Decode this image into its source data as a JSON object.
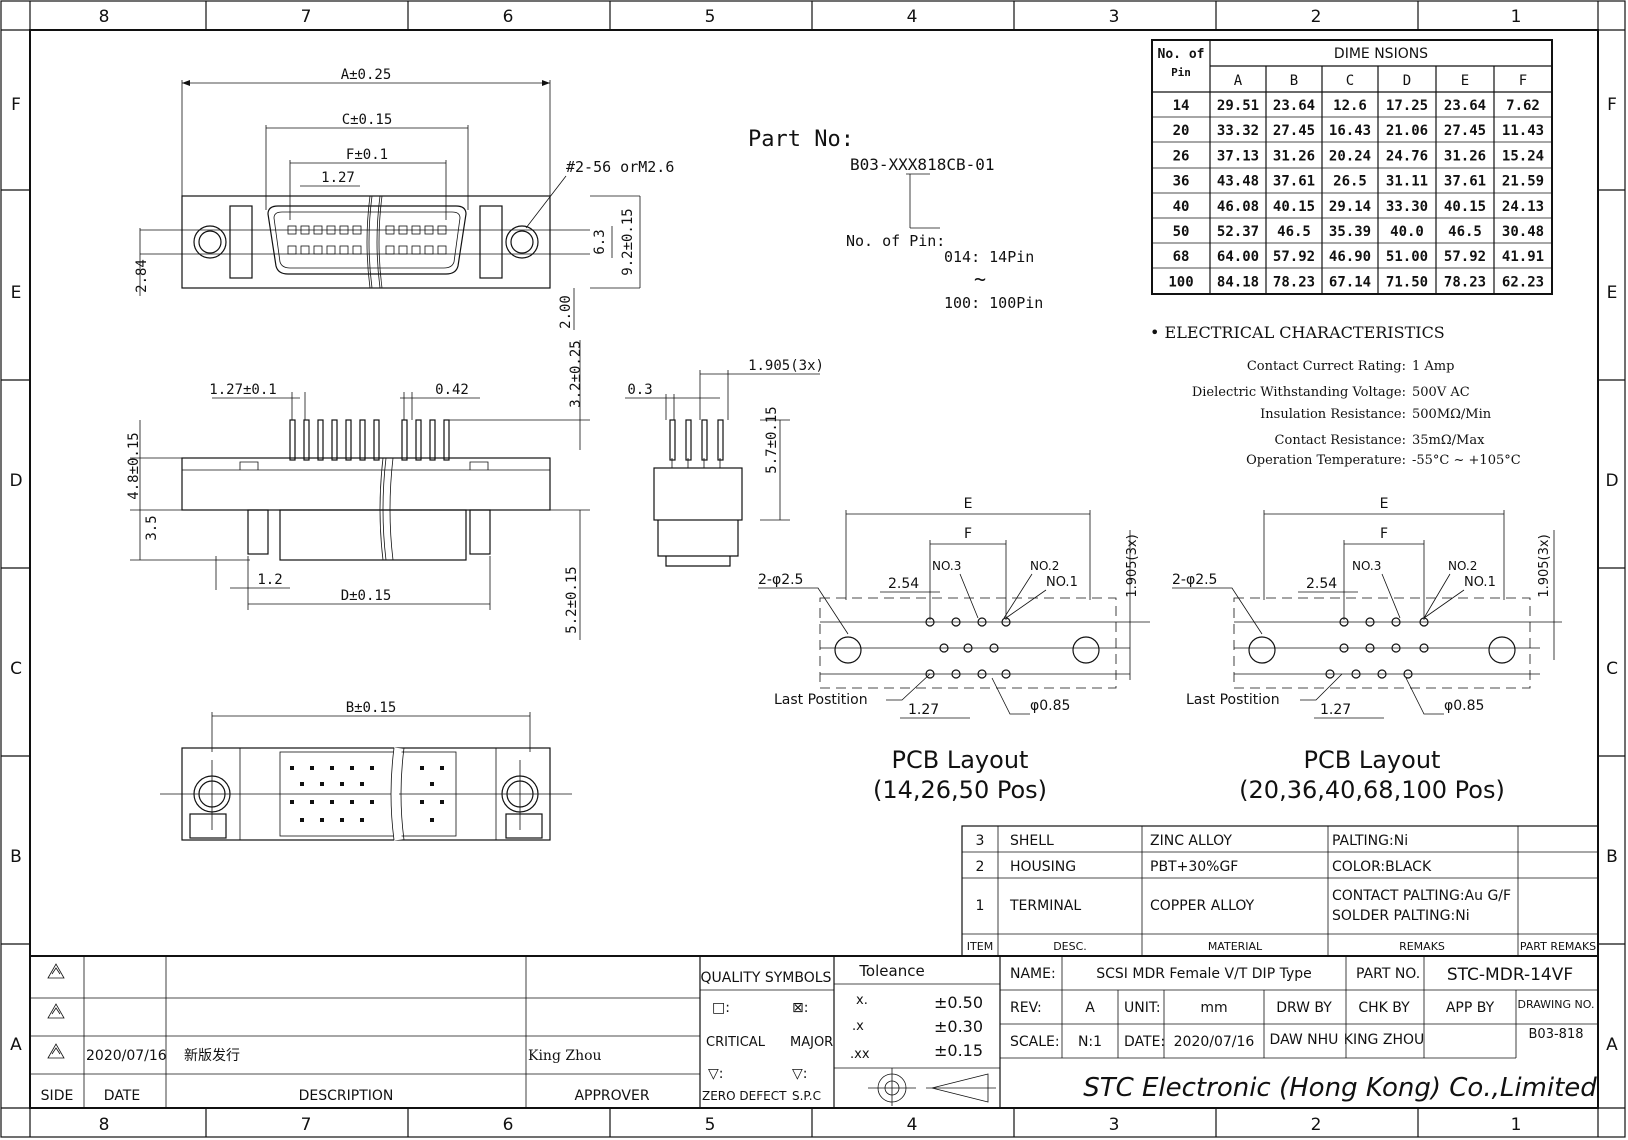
{
  "frame": {
    "columns": [
      "8",
      "7",
      "6",
      "5",
      "4",
      "3",
      "2",
      "1"
    ],
    "rows": [
      "F",
      "E",
      "D",
      "C",
      "B",
      "A"
    ]
  },
  "part_no": {
    "title": "Part No:",
    "code": "B03-XXX818CB-01",
    "no_of_pin_label": "No. of Pin:",
    "range_start": "014: 14Pin",
    "range_sep": "~",
    "range_end": "100: 100Pin"
  },
  "dim_table": {
    "col0": "No. of",
    "col0b": "Pin",
    "group": "DIME NSIONS",
    "headers": [
      "A",
      "B",
      "C",
      "D",
      "E",
      "F"
    ],
    "rows": [
      [
        "14",
        "29.51",
        "23.64",
        "12.6",
        "17.25",
        "23.64",
        "7.62"
      ],
      [
        "20",
        "33.32",
        "27.45",
        "16.43",
        "21.06",
        "27.45",
        "11.43"
      ],
      [
        "26",
        "37.13",
        "31.26",
        "20.24",
        "24.76",
        "31.26",
        "15.24"
      ],
      [
        "36",
        "43.48",
        "37.61",
        "26.5",
        "31.11",
        "37.61",
        "21.59"
      ],
      [
        "40",
        "46.08",
        "40.15",
        "29.14",
        "33.30",
        "40.15",
        "24.13"
      ],
      [
        "50",
        "52.37",
        "46.5",
        "35.39",
        "40.0",
        "46.5",
        "30.48"
      ],
      [
        "68",
        "64.00",
        "57.92",
        "46.90",
        "51.00",
        "57.92",
        "41.91"
      ],
      [
        "100",
        "84.18",
        "78.23",
        "67.14",
        "71.50",
        "78.23",
        "62.23"
      ]
    ]
  },
  "electrical": {
    "title": "• ELECTRICAL CHARACTERISTICS",
    "items": [
      {
        "label": "Contact Currect Rating:",
        "value": "1 Amp"
      },
      {
        "label": "Dielectric Withstanding Voltage:",
        "value": "500V AC"
      },
      {
        "label": "Insulation Resistance:",
        "value": "500MΩ/Min"
      },
      {
        "label": "Contact Resistance:",
        "value": "35mΩ/Max"
      },
      {
        "label": "Operation Temperature:",
        "value": "-55°C ~ +105°C"
      }
    ]
  },
  "dims": {
    "a": "A±0.25",
    "c": "C±0.15",
    "f": "F±0.1",
    "pitch": "1.27",
    "screw": "#2-56 orM2.6",
    "h284": "2.84",
    "h63": "6.3",
    "h92": "9.2±0.15",
    "h200": "2.00",
    "h32": "3.2±0.25",
    "p127": "1.27±0.1",
    "p042": "0.42",
    "h48": "4.8±0.15",
    "h35": "3.5",
    "w12": "1.2",
    "d": "D±0.15",
    "h52": "5.2±0.15",
    "s03": "0.3",
    "s1905": "1.905(3x)",
    "s57": "5.7±0.15",
    "b": "B±0.15"
  },
  "pcb": {
    "e": "E",
    "f": "F",
    "no3": "NO.3",
    "no2": "NO.2",
    "no1": "NO.1",
    "hole": "2-φ2.5",
    "p254": "2.54",
    "p1905": "1.905(3x)",
    "last": "Last Postition",
    "p127": "1.27",
    "d085": "φ0.85",
    "left_title": "PCB Layout",
    "left_sub": "(14,26,50 Pos)",
    "right_title": "PCB Layout",
    "right_sub": "(20,36,40,68,100 Pos)"
  },
  "bom": {
    "rows": [
      {
        "item": "3",
        "desc": "SHELL",
        "material": "ZINC ALLOY",
        "remarks": "PALTING:Ni"
      },
      {
        "item": "2",
        "desc": "HOUSING",
        "material": "PBT+30%GF",
        "remarks": "COLOR:BLACK"
      },
      {
        "item": "1",
        "desc": "TERMINAL",
        "material": "COPPER ALLOY",
        "remarks": "CONTACT PALTING:Au G/F",
        "remarks2": "SOLDER PALTING:Ni"
      }
    ],
    "headers": {
      "item": "ITEM",
      "desc": "DESC.",
      "material": "MATERIAL",
      "remarks": "REMAKS",
      "part_remarks": "PART REMAKS"
    }
  },
  "revision": {
    "date": "2020/07/16",
    "description": "新版发行",
    "approver": "King Zhou",
    "headers": {
      "side": "SIDE",
      "date": "DATE",
      "description": "DESCRIPTION",
      "approver": "APPROVER"
    }
  },
  "quality": {
    "title": "QUALITY SYMBOLS",
    "critical": "CRITICAL",
    "major": "MAJOR",
    "zero": "ZERO DEFECT",
    "spc": "S.P.C",
    "sym1": "□:",
    "sym2": "⊠:",
    "sym3": "▽:",
    "sym4": "▽:"
  },
  "tolerance": {
    "title": "Toleance",
    "rows": [
      {
        "k": "x.",
        "v": "±0.50"
      },
      {
        "k": ".x",
        "v": "±0.30"
      },
      {
        "k": ".xx",
        "v": "±0.15"
      }
    ]
  },
  "title_block": {
    "name_label": "NAME:",
    "name": "SCSI MDR Female V/T DIP Type",
    "part_no_label": "PART NO.",
    "part_no": "STC-MDR-14VF",
    "rev_label": "REV:",
    "rev": "A",
    "unit_label": "UNIT:",
    "unit": "mm",
    "drw_by": "DRW BY",
    "chk_by": "CHK BY",
    "app_by": "APP BY",
    "drawing_no_label": "DRAWING NO.",
    "drawing_no": "B03-818",
    "scale_label": "SCALE:",
    "scale": "N:1",
    "date_label": "DATE:",
    "date": "2020/07/16",
    "drw_name": "DAW NHU",
    "chk_name": "KING ZHOU",
    "company": "STC Electronic (Hong Kong) Co.,Limited"
  }
}
